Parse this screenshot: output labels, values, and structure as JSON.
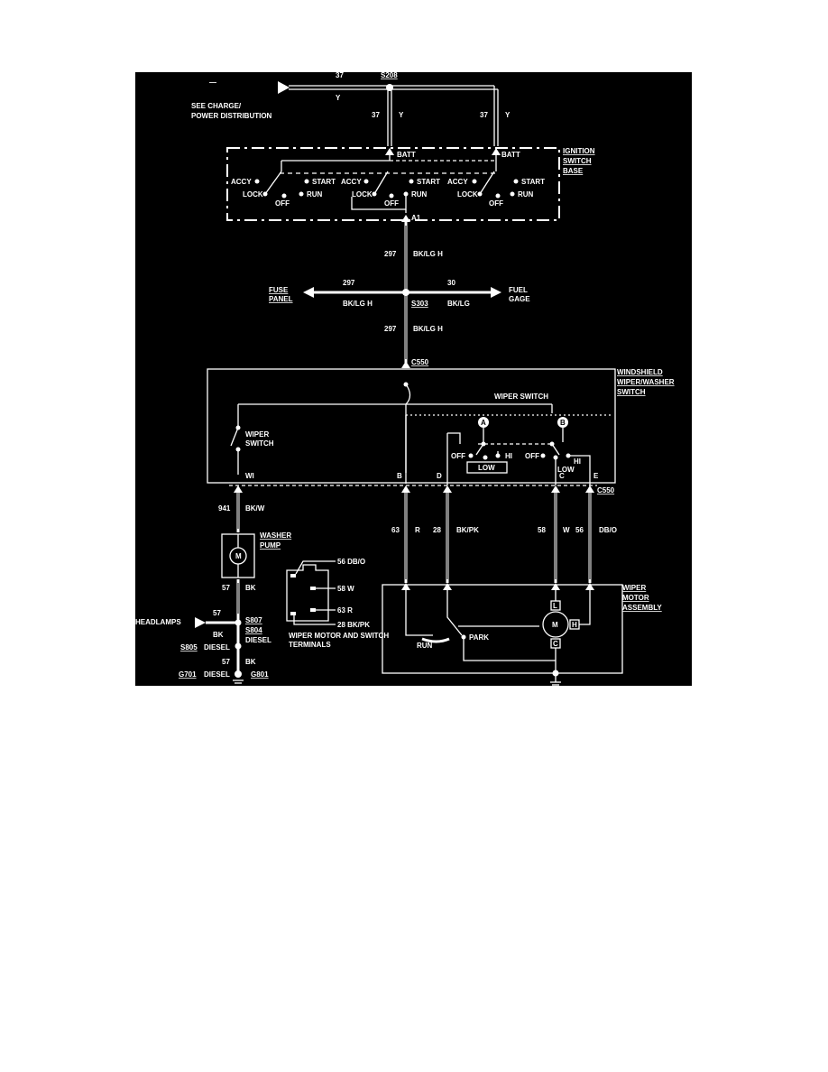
{
  "labels": {
    "dash_mark": "—",
    "w37a": "37",
    "s208": "S208",
    "y_top": "Y",
    "see_charge_1": "SEE CHARGE/",
    "see_charge_2": "POWER DISTRIBUTION",
    "w37b": "37",
    "y_b": "Y",
    "w37c": "37",
    "y_c": "Y",
    "batt1": "BATT",
    "batt2": "BATT",
    "ignition_1": "IGNITION",
    "ignition_2": "SWITCH",
    "ignition_3": "BASE",
    "accy1": "ACCY",
    "start1": "START",
    "lock1": "LOCK",
    "off1": "OFF",
    "run1": "RUN",
    "accy2": "ACCY",
    "start2": "START",
    "lock2": "LOCK",
    "off2": "OFF",
    "run2": "RUN",
    "accy3": "ACCY",
    "start3": "START",
    "lock3": "LOCK",
    "off3": "OFF",
    "run3": "RUN",
    "a1": "A1",
    "w297a": "297",
    "bklgh_a": "BK/LG H",
    "fuse_1": "FUSE",
    "fuse_2": "PANEL",
    "w297b": "297",
    "bklgh_b": "BK/LG H",
    "s303": "S303",
    "w30": "30",
    "bklg": "BK/LG",
    "fuel_1": "FUEL",
    "fuel_2": "GAGE",
    "w297c": "297",
    "bklgh_c": "BK/LG H",
    "c550_top": "C550",
    "windshield_1": "WINDSHIELD",
    "windshield_2": "WIPER/WASHER",
    "windshield_3": "SWITCH",
    "wiper_switch_top": "WIPER SWITCH",
    "circle_a": "A",
    "circle_b": "B",
    "wiper_sw_left_1": "WIPER",
    "wiper_sw_left_2": "SWITCH",
    "offA": "OFF",
    "lowA": "LOW",
    "hiA": "HI",
    "offB": "OFF",
    "lowB": "LOW",
    "hiB": "HI",
    "pin_wi": "WI",
    "pin_b": "B",
    "pin_d": "D",
    "pin_c": "C",
    "pin_e": "E",
    "c550_bot": "C550",
    "w941": "941",
    "bkw": "BK/W",
    "washer_1": "WASHER",
    "washer_2": "PUMP",
    "motor_m1": "M",
    "w63": "63",
    "r": "R",
    "w28": "28",
    "bkpk": "BK/PK",
    "w58": "58",
    "wcol": "W",
    "w56": "56",
    "dbo": "DB/O",
    "conn_56": "56 DB/O",
    "conn_58": "58 W",
    "conn_63": "63 R",
    "conn_28": "28 BK/PK",
    "conn_cap_1": "WIPER MOTOR AND SWITCH",
    "conn_cap_2": "TERMINALS",
    "wiper_motor_1": "WIPER",
    "wiper_motor_2": "MOTOR",
    "wiper_motor_3": "ASSEMBLY",
    "w57a": "57",
    "bk_a": "BK",
    "headlamps": "HEADLAMPS",
    "w57b": "57",
    "s807": "S807",
    "bk_b": "BK",
    "s804": "S804",
    "diesel_a": "DIESEL",
    "s805": "S805",
    "diesel_b": "DIESEL",
    "w57c": "57",
    "bk_c": "BK",
    "g701": "G701",
    "diesel_c": "DIESEL",
    "g801": "G801",
    "run_m": "RUN",
    "park": "PARK",
    "motor_m2": "M",
    "term_l": "L",
    "term_h": "H",
    "term_c": "C"
  }
}
